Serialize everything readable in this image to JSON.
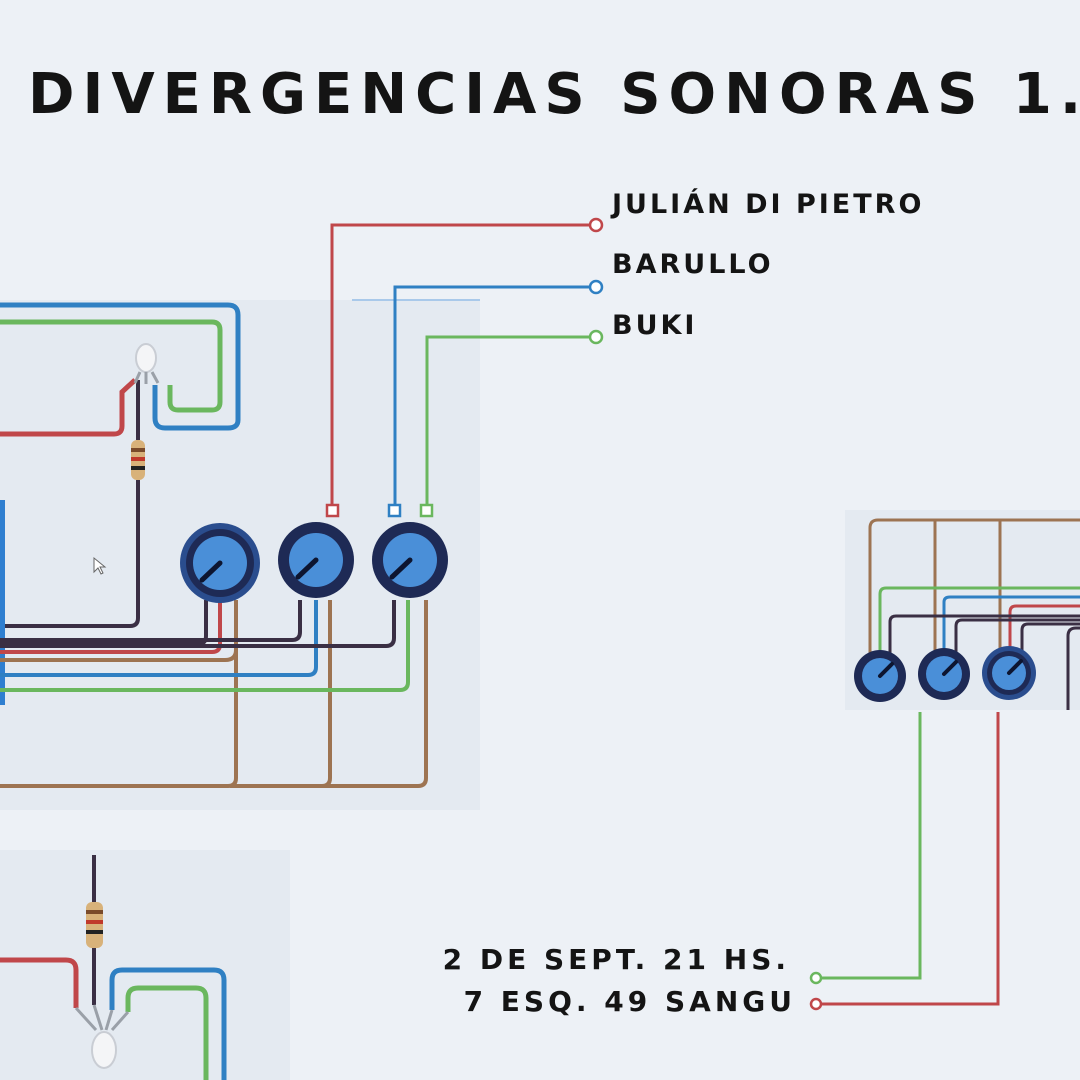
{
  "title": "Divergencias sonoras 1.",
  "artists": [
    {
      "name": "JULIÁN DI PIETRO",
      "color": "#c0474a"
    },
    {
      "name": "BARULLO",
      "color": "#2f80c3"
    },
    {
      "name": "BUKI",
      "color": "#6ab75e"
    }
  ],
  "event": {
    "date_time": "2 de sept.  21 hs.",
    "venue": "7 esq. 49 sangu"
  },
  "colors": {
    "background": "#edf1f6",
    "wire_red": "#c0474a",
    "wire_blue": "#2f80c3",
    "wire_green": "#6ab75e",
    "wire_brown": "#9d7452",
    "wire_dark": "#3a2f44",
    "knob_body": "#1e2a55",
    "knob_face": "#4a8fd8"
  },
  "icons": [
    "potentiometer-knob",
    "resistor-icon",
    "led-icon",
    "cursor-icon"
  ]
}
